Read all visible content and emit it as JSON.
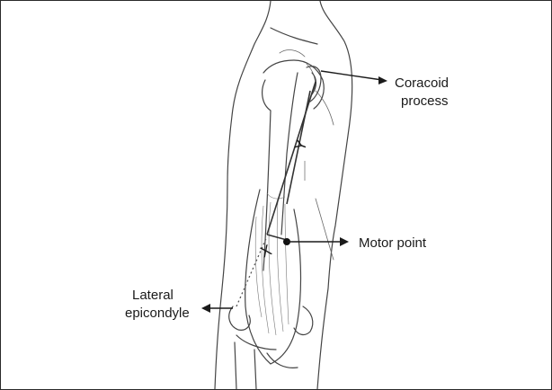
{
  "labels": {
    "coracoid_line1": "Coracoid",
    "coracoid_line2": "process",
    "motor_point": "Motor point",
    "lateral_line1": "Lateral",
    "lateral_line2": "epicondyle",
    "mark_y": "Y",
    "mark_x": "X"
  },
  "colors": {
    "ink": "#1a1a1a",
    "outline": "#444444",
    "frame": "#2a2a2a"
  }
}
